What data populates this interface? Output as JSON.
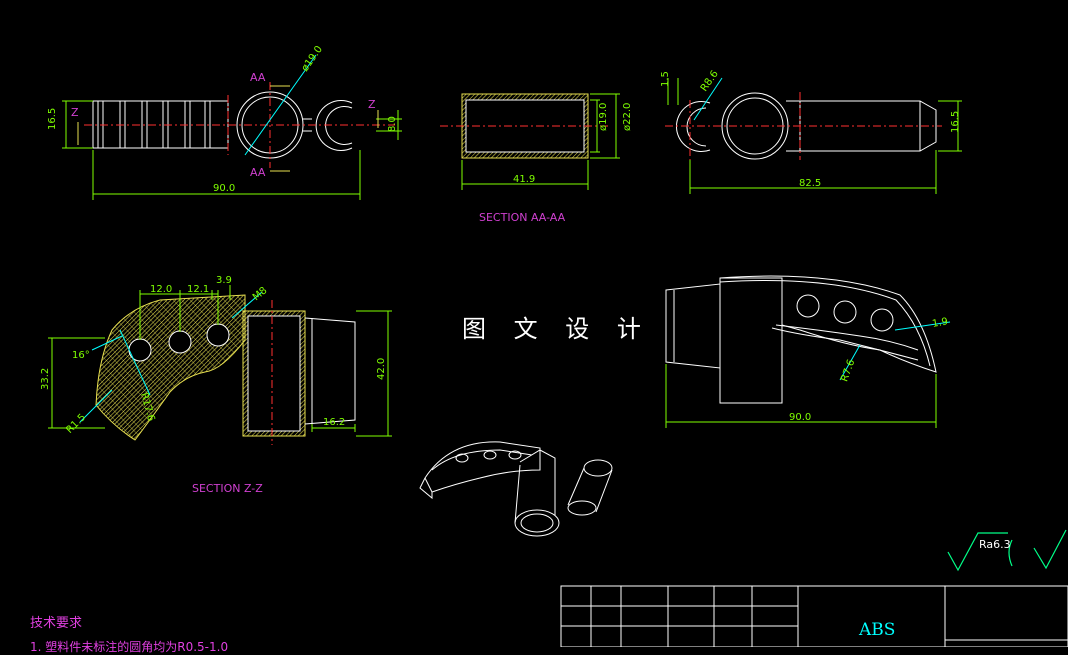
{
  "drawing_title": "图 文 设 计",
  "sections": {
    "aa": "SECTION AA-AA",
    "zz": "SECTION Z-Z"
  },
  "labels": {
    "aa_mark": "AA",
    "z_mark": "Z"
  },
  "dimensions": {
    "top_left": [
      "16.5",
      "ø19.0",
      "8.0",
      "90.0"
    ],
    "top_mid": [
      "41.9",
      "ø19.0",
      "ø22.0"
    ],
    "top_right": [
      "1.5",
      "R8.6",
      "82.5",
      "16.5"
    ],
    "section_zz": [
      "12.0",
      "12.1",
      "3.9",
      "M8",
      "16°",
      "33.2",
      "R17.6",
      "R1.5",
      "16.2",
      "42.0"
    ],
    "bottom_right": [
      "1.9",
      "R7.6",
      "90.0"
    ]
  },
  "surface_finish": "Ra6.3",
  "technical_requirements": {
    "title": "技术要求",
    "line1": "1. 塑料件未标注的圆角均为R0.5-1.0"
  },
  "title_block": {
    "material": "ABS"
  },
  "colors": {
    "outline": "#ffffff",
    "dimension": "#7fff00",
    "centerline": "#ff3030",
    "section_label": "#d040d0",
    "hatch": "#e8e050",
    "leader": "#00ffff",
    "material": "#00ffff"
  }
}
